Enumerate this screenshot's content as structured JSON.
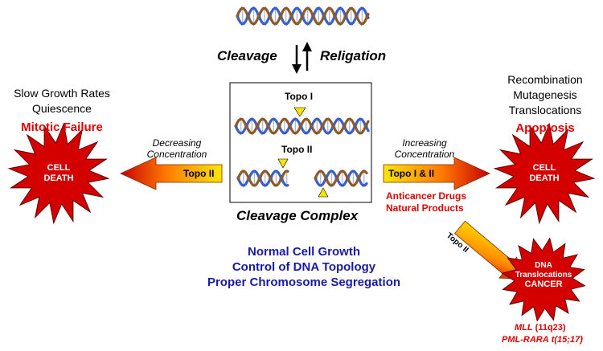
{
  "center": {
    "cleavage": "Cleavage",
    "religation": "Religation",
    "topo1": "Topo I",
    "topo2": "Topo II",
    "complex_label": "Cleavage Complex"
  },
  "left": {
    "line1": "Slow Growth Rates",
    "line2": "Quiescence",
    "failure": "Mitotic Failure",
    "decreasing1": "Decreasing",
    "decreasing2": "Concentration",
    "arrow_label": "Topo II",
    "burst1": "CELL",
    "burst2": "DEATH"
  },
  "right": {
    "line1": "Recombination",
    "line2": "Mutagenesis",
    "line3": "Translocations",
    "apoptosis": "Apoptosis",
    "increasing1": "Increasing",
    "increasing2": "Concentration",
    "arrow_label": "Topo I & II",
    "drugs1": "Anticancer Drugs",
    "drugs2": "Natural Products",
    "burst1": "CELL",
    "burst2": "DEATH"
  },
  "bottom": {
    "line1": "Normal Cell Growth",
    "line2": "Control of DNA Topology",
    "line3": "Proper Chromosome Segregation"
  },
  "cancer": {
    "arrow_label": "Topo II",
    "burst1": "DNA",
    "burst2": "Translocations",
    "burst3": "CANCER",
    "gene1_name": "MLL",
    "gene1_loc": "(11q23)",
    "gene2_name": "PML-RARA",
    "gene2_loc": "t(15;17)"
  },
  "colors": {
    "red": "#e00000",
    "blue": "#1a1aa6",
    "dna_strand_blue": "#3a5fc8",
    "dna_strand_brown": "#8a5a2b",
    "burst_red": "#d40000",
    "marker_yellow": "#f7e600"
  }
}
